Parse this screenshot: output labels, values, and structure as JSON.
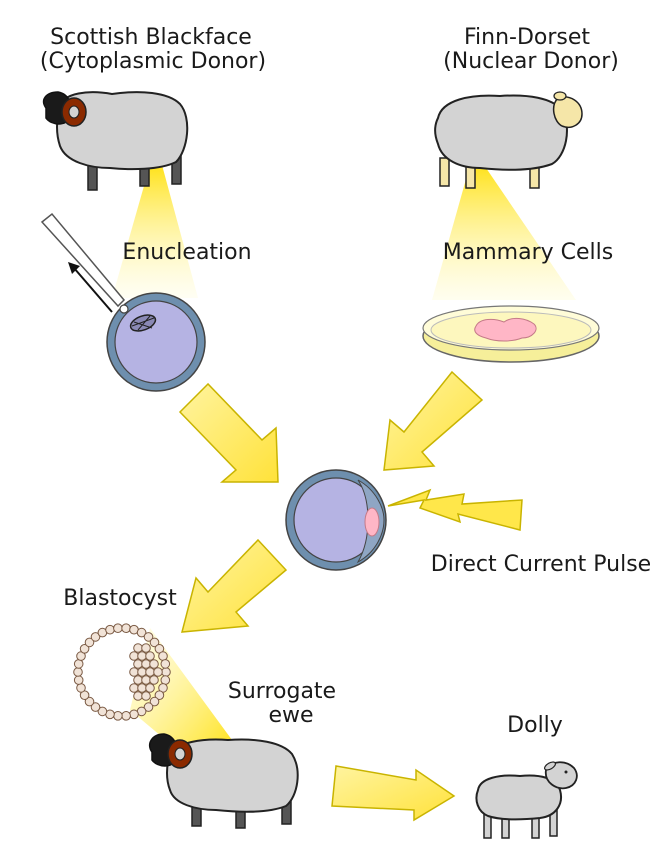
{
  "labels": {
    "cytoplasmic_donor_breed": "Scottish Blackface",
    "cytoplasmic_donor_role": "(Cytoplasmic Donor)",
    "nuclear_donor_breed": "Finn-Dorset",
    "nuclear_donor_role": "(Nuclear Donor)",
    "enucleation": "Enucleation",
    "mammary_cells": "Mammary Cells",
    "current_pulse": "Direct Current Pulse",
    "blastocyst": "Blastocyst",
    "surrogate_line1": "Surrogate",
    "surrogate_line2": "ewe",
    "dolly": "Dolly"
  },
  "colors": {
    "wool": "#d3d3d3",
    "outline": "#222222",
    "black_face": "#1a1a1a",
    "horn": "#8b2a00",
    "finn_face": "#f5e6a8",
    "egg_membrane": "#6e8fae",
    "egg_cytoplasm": "#b5b3e3",
    "beam_yellow": "#ffe74a",
    "arrow_yellow": "#ffec6a",
    "arrow_stroke": "#c9b400",
    "cell_pink": "#ffb6c6",
    "dish_rim": "#f6ef9a",
    "blastocyst_cell": "#f1e3d7"
  }
}
